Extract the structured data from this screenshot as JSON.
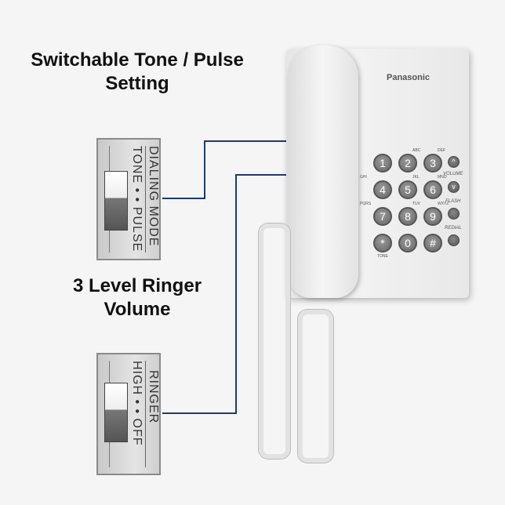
{
  "captions": {
    "tone_pulse": [
      "Switchable Tone / Pulse",
      "Setting"
    ],
    "ringer": [
      "3 Level Ringer",
      "Volume"
    ]
  },
  "dial_switch": {
    "title": "DIALING MODE",
    "options": "TONE • • PULSE"
  },
  "ringer_switch": {
    "title": "RINGER",
    "options": "HIGH • • OFF"
  },
  "phone": {
    "brand": "Panasonic",
    "keys": [
      {
        "label": "1",
        "sub": ""
      },
      {
        "label": "2",
        "sub": "ABC"
      },
      {
        "label": "3",
        "sub": "DEF"
      },
      {
        "label": "4",
        "sub": "GHI"
      },
      {
        "label": "5",
        "sub": "JKL"
      },
      {
        "label": "6",
        "sub": "MNO"
      },
      {
        "label": "7",
        "sub": "PQRS"
      },
      {
        "label": "8",
        "sub": "TUV"
      },
      {
        "label": "9",
        "sub": "WXYZ"
      },
      {
        "label": "*",
        "sub": "TONE"
      },
      {
        "label": "0",
        "sub": ""
      },
      {
        "label": "#",
        "sub": ""
      }
    ],
    "func": {
      "vol_up": "^",
      "volume": "VOLUME",
      "vol_down": "v",
      "flash": "FLASH",
      "redial": "REDIAL"
    }
  },
  "colors": {
    "wire": "#1e3a6a"
  }
}
